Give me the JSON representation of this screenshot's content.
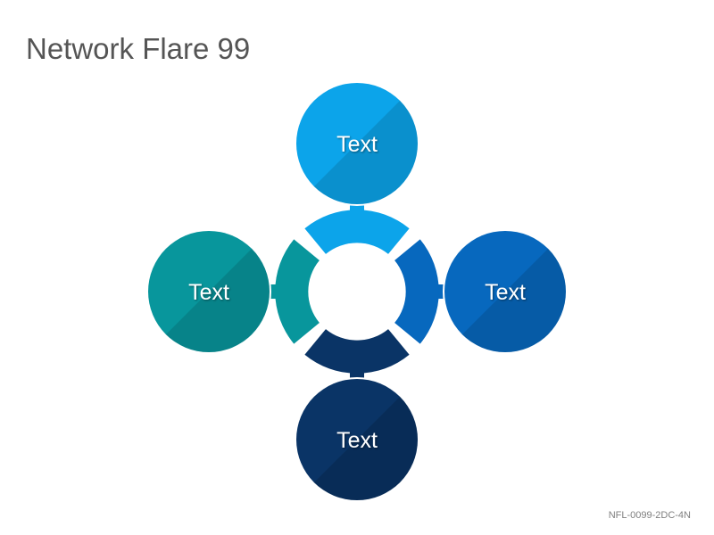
{
  "title": "Network Flare 99",
  "footer_code": "NFL-0099-2DC-4N",
  "colors": {
    "top": "#0ca4ea",
    "right": "#0768be",
    "bottom": "#0a3466",
    "left": "#08969c"
  },
  "nodes": [
    {
      "position": "top",
      "label": "Text"
    },
    {
      "position": "right",
      "label": "Text"
    },
    {
      "position": "bottom",
      "label": "Text"
    },
    {
      "position": "left",
      "label": "Text"
    }
  ]
}
